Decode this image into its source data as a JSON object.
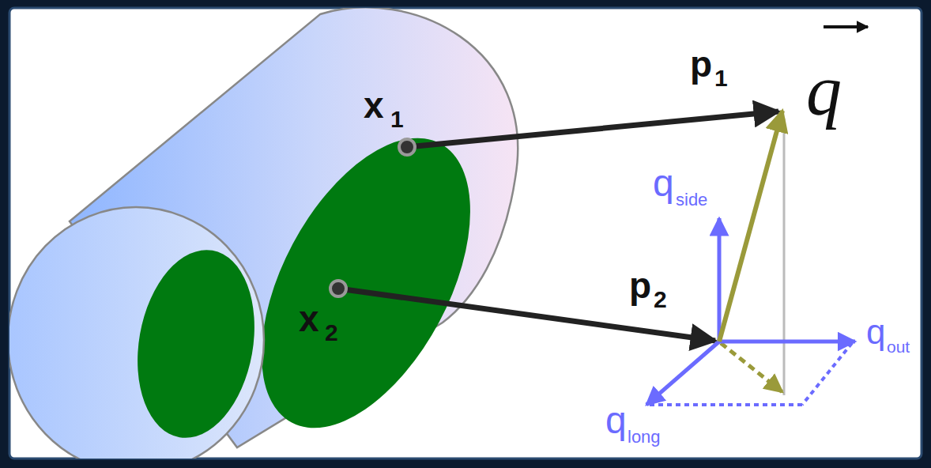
{
  "diagram": {
    "labels": [
      "x",
      "1",
      "x",
      "2",
      "p",
      "1",
      "p",
      "2",
      "q",
      "q",
      "side",
      "q",
      "out",
      "q",
      "long"
    ]
  }
}
